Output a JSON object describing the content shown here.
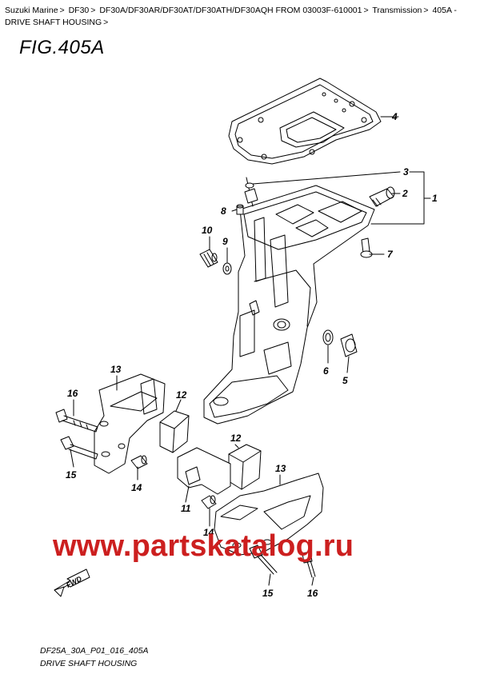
{
  "breadcrumb": {
    "items": [
      "Suzuki Marine",
      "DF30",
      "DF30A/DF30AR/DF30AT/DF30ATH/DF30AQH FROM 03003F-610001",
      "Transmission",
      "405A - DRIVE SHAFT HOUSING"
    ],
    "separator": ">"
  },
  "figure": {
    "title": "FIG.405A",
    "code": "DF25A_30A_P01_016_405A",
    "name": "DRIVE SHAFT HOUSING"
  },
  "callouts": {
    "c1": "1",
    "c2": "2",
    "c3": "3",
    "c4": "4",
    "c5": "5",
    "c6": "6",
    "c7": "7",
    "c8": "8",
    "c9": "9",
    "c10": "10",
    "c11": "11",
    "c12a": "12",
    "c12b": "12",
    "c13a": "13",
    "c13b": "13",
    "c14a": "14",
    "c14b": "14",
    "c15a": "15",
    "c15b": "15",
    "c16a": "16",
    "c16b": "16"
  },
  "fwd_label": "FWD",
  "watermark": "www.partskatalog.ru",
  "colors": {
    "watermark": "#cc1f1f",
    "line": "#000000"
  },
  "icons": [
    "fwd-arrow-icon"
  ]
}
